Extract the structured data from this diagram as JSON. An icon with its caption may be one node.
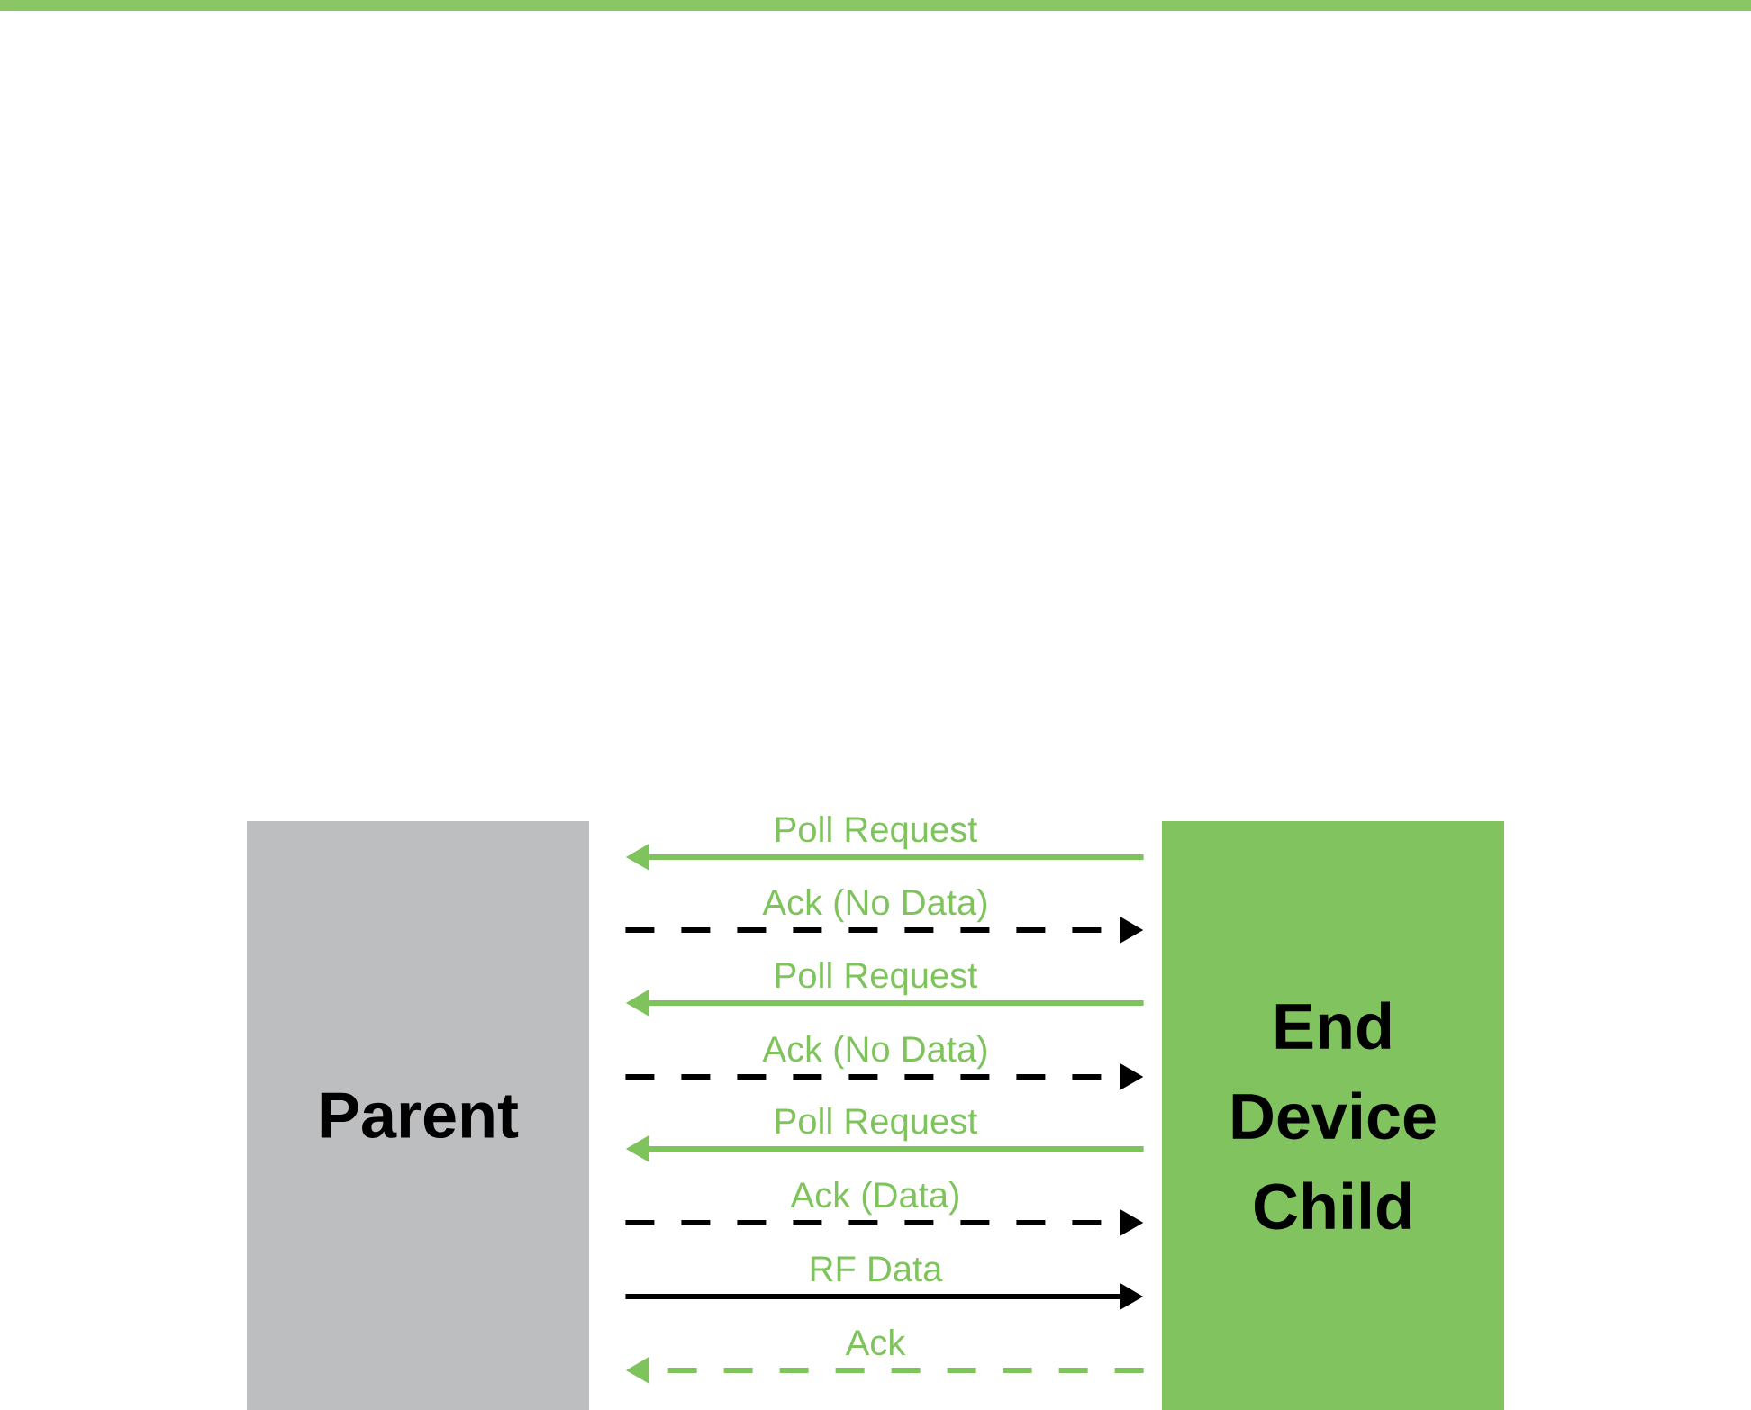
{
  "diagram": {
    "nodes": [
      {
        "text": [
          "Parent"
        ]
      },
      {
        "text": [
          "End Device Child"
        ]
      }
    ],
    "edges": [
      {
        "from": 1,
        "to": 0,
        "arrow": "to",
        "label": "Poll Request",
        "color": "#7fc35d"
      },
      {
        "from": 0,
        "to": 1,
        "arrow": "to",
        "label": "Ack (No Data)",
        "style": "dashed",
        "color": "#000000"
      },
      {
        "from": 1,
        "to": 0,
        "arrow": "to",
        "label": "Poll Request",
        "color": "#7fc35d"
      },
      {
        "from": 0,
        "to": 1,
        "arrow": "to",
        "label": "Ack (No Data)",
        "style": "dashed",
        "color": "#000000"
      },
      {
        "from": 1,
        "to": 0,
        "arrow": "to",
        "label": "Poll Request",
        "color": "#7fc35d"
      },
      {
        "from": 0,
        "to": 1,
        "arrow": "to",
        "label": "Ack (Data)",
        "style": "dashed",
        "color": "#000000"
      },
      {
        "from": 0,
        "to": 1,
        "arrow": "to",
        "label": "RF Data",
        "color": "#000000"
      },
      {
        "from": 1,
        "to": 0,
        "arrow": "to",
        "label": "Ack",
        "style": "dashed",
        "color": "#7fc35d"
      }
    ]
  }
}
